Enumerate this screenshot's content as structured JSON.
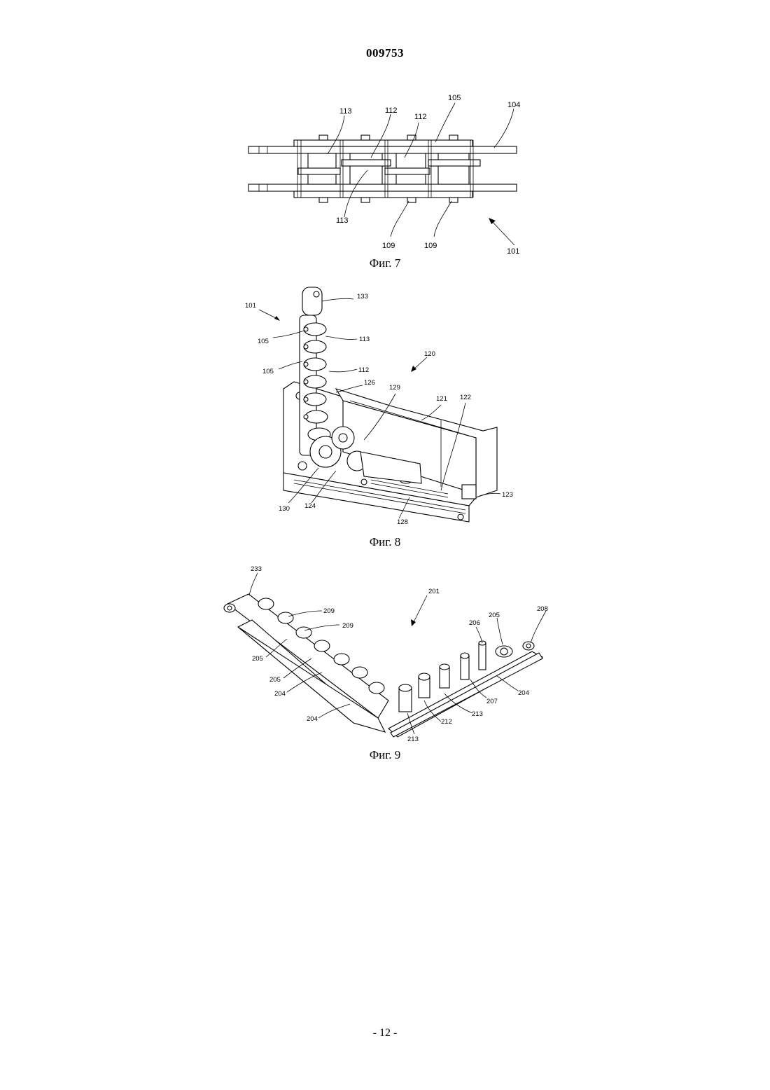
{
  "header": {
    "doc_number": "009753"
  },
  "fig7": {
    "caption": "Фиг. 7",
    "labels": {
      "l113a": "113",
      "l112a": "112",
      "l112b": "112",
      "l105": "105",
      "l104": "104",
      "l113b": "113",
      "l109a": "109",
      "l109b": "109",
      "l101": "101"
    }
  },
  "fig8": {
    "caption": "Фиг. 8",
    "labels": {
      "l101": "101",
      "l133": "133",
      "l105a": "105",
      "l113": "113",
      "l105b": "105",
      "l112": "112",
      "l120": "120",
      "l126": "126",
      "l129": "129",
      "l121": "121",
      "l122": "122",
      "l130": "130",
      "l124": "124",
      "l128": "128",
      "l123": "123"
    }
  },
  "fig9": {
    "caption": "Фиг. 9",
    "labels": {
      "l233": "233",
      "l201": "201",
      "l209a": "209",
      "l209b": "209",
      "l205a": "205",
      "l205b": "205",
      "l204a": "204",
      "l204b": "204",
      "l208": "208",
      "l205c": "205",
      "l206": "206",
      "l207": "207",
      "l204c": "204",
      "l213a": "213",
      "l212": "212",
      "l213b": "213"
    }
  },
  "footer": {
    "page_number": "- 12 -"
  }
}
